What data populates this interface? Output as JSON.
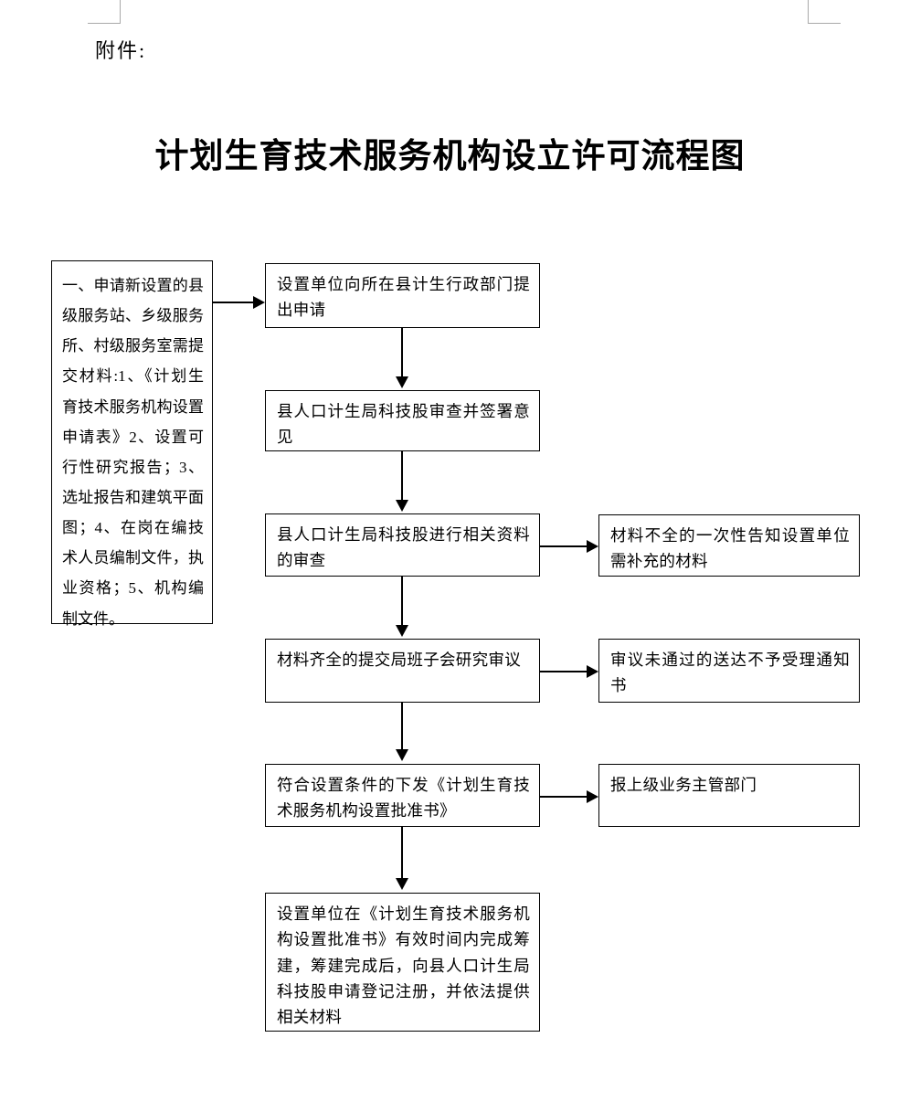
{
  "page": {
    "attachment_label": "附件:",
    "title": "计划生育技术服务机构设立许可流程图"
  },
  "sidebar_note": {
    "text": "一、申请新设置的县级服务站、乡级服务所、村级服务室需提交材料:1、《计划生育技术服务机构设置申请表》2、设置可行性研究报告；3、选址报告和建筑平面图；4、在岗在编技术人员编制文件，执业资格；5、机构编制文件。"
  },
  "flow": {
    "nodes": [
      {
        "id": "apply",
        "text": "设置单位向所在县计生行政部门提出申请"
      },
      {
        "id": "review-sign",
        "text": "县人口计生局科技股审查并签署意见"
      },
      {
        "id": "material-review",
        "text": "县人口计生局科技股进行相关资料的审查"
      },
      {
        "id": "incomplete-notice",
        "text": "材料不全的一次性告知设置单位需补充的材料"
      },
      {
        "id": "committee-review",
        "text": "材料齐全的提交局班子会研究审议"
      },
      {
        "id": "reject-notice",
        "text": "审议未通过的送达不予受理通知书"
      },
      {
        "id": "approval-issue",
        "text": "符合设置条件的下发《计划生育技术服务机构设置批准书》"
      },
      {
        "id": "report-upper",
        "text": "报上级业务主管部门"
      },
      {
        "id": "register",
        "text": "设置单位在《计划生育技术服务机构设置批准书》有效时间内完成筹建，筹建完成后，向县人口计生局科技股申请登记注册，并依法提供相关材料"
      }
    ]
  },
  "colors": {
    "ink": "#000000",
    "paper": "#ffffff",
    "crop_mark": "#a9a9a9"
  }
}
